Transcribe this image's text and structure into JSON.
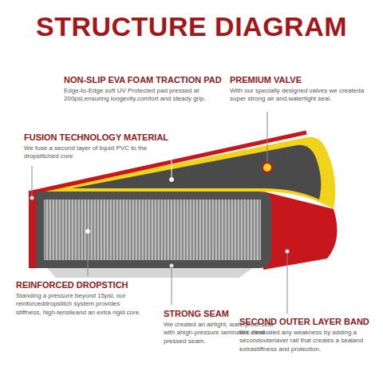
{
  "diagram": {
    "title": "STRUCTURE DIAGRAM",
    "labels": [
      "NON-SLIP EVA FOAM TRACTION PAD",
      "Edge-to-Edge soft UV Protected pad pressed at 200psi,ensuring longevity,comfort and steady grip.",
      "PREMIUM VALVE",
      "With our specially designed valves we createda super strong air and.watertight seal.",
      "FUSION TECHNOLOGY MATERIAL",
      "We fuse a second layer of liquid PVC to the dropstitched core",
      "REINFORCED DROPSTICH",
      "Standing a pressure beyond 15psi, our reinforceddropstitch system provides stiffness, high-tensileand an extra rigid core.",
      "STRONG SEAM",
      "We created an airtight, waterproof seal with ahigh-pressure laminated, heat-pressed seam.",
      "SECOND OUTER LAYER BAND",
      "We eliminated any weakness by adding a secondouterlaver rail that creates a sealand extrastiffness and protection."
    ]
  }
}
